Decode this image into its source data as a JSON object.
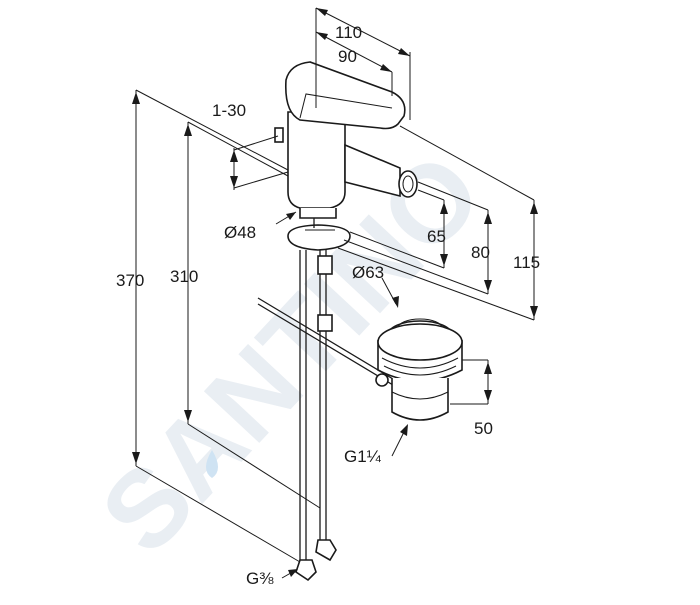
{
  "watermark": "SANTINO",
  "dimensions": {
    "width_total": "110",
    "width_spout": "90",
    "lever_angle": "1-30",
    "base_diameter": "Ø48",
    "height_65": "65",
    "height_80": "80",
    "height_115": "115",
    "waste_diameter": "Ø63",
    "height_370": "370",
    "height_310": "310",
    "waste_height": "50",
    "waste_thread": "G1¼",
    "hose_thread": "G⅜"
  },
  "colors": {
    "line": "#1a1a1a",
    "watermark": "#e9eef3",
    "drop": "#cfe3f3"
  }
}
